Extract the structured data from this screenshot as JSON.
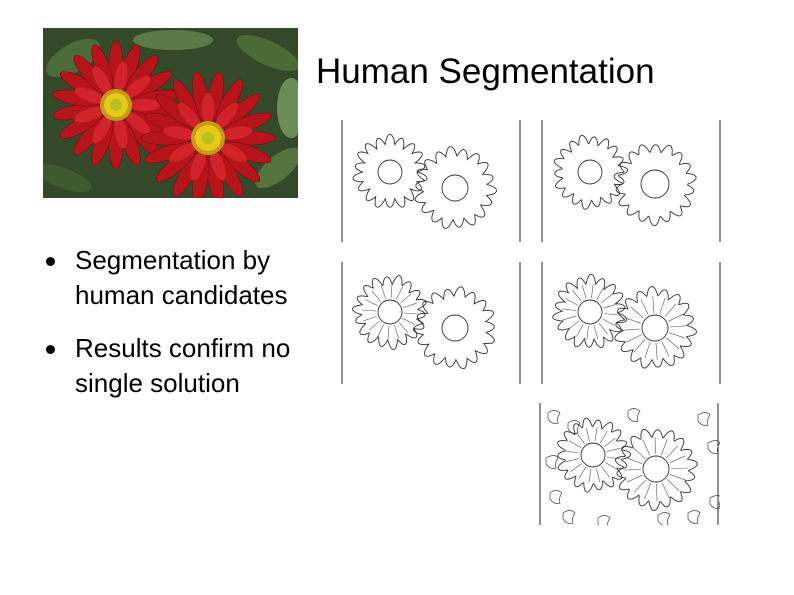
{
  "slide": {
    "title": "Human Segmentation",
    "bullets": [
      "Segmentation by human candidates",
      "Results confirm no single solution"
    ]
  },
  "images": {
    "photo": {
      "subject": "two red daisy flowers with yellow centers",
      "petal_color": "#c0191b",
      "center_color": "#e8c81a",
      "background_color": "#34492a"
    },
    "segmentations": [
      {
        "name": "segmentation-1"
      },
      {
        "name": "segmentation-2"
      },
      {
        "name": "segmentation-3"
      },
      {
        "name": "segmentation-4"
      },
      {
        "name": "segmentation-5"
      }
    ]
  }
}
